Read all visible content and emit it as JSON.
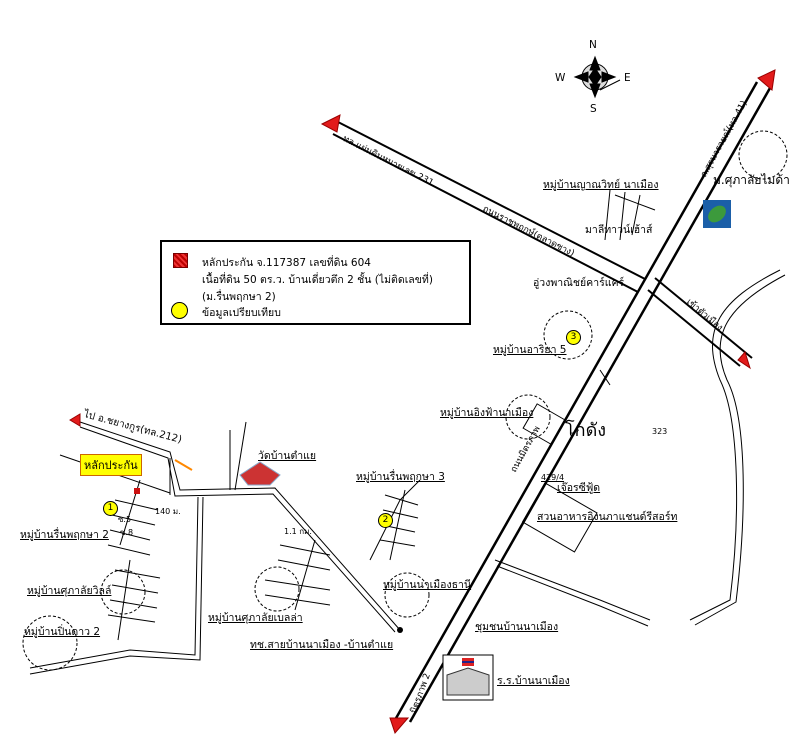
{
  "compass": {
    "n": "N",
    "s": "S",
    "e": "E",
    "w": "W"
  },
  "legend": {
    "collateral_line1": "หลักประกัน จ.117387 เลขที่ดิน 604",
    "collateral_line2": "เนื้อที่ดิน 50 ตร.ว. บ้านเดี่ยวตึก 2 ชั้น (ไม่ติดเลขที่)",
    "collateral_line3": "(ม.รื่นพฤกษา 2)",
    "comparison": "ข้อมูลเปรียบเทียบ",
    "collateral_color": "#cc1111",
    "comparison_color": "#ffff00"
  },
  "callout": "หลักประกัน",
  "roads": {
    "hwy231": "ทล.แผ่นดินหมายเลข 231",
    "ratchapruek": "ถนนราชพฤกษ์(ตลาดซาง)",
    "northeast": "ถ.สุรนารายณ์(ทล.41)",
    "to_city": "เข้าตัวเมือง",
    "main": "ถนนมิตรภาพ",
    "south": "มิตรภาพ 2",
    "west": "ไป อ.ชยางกูร(ทล.212)"
  },
  "places": {
    "yanawit": "หมู่บ้านญาณวิทย์ นาเมือง",
    "malitown": "มาลีทาวน์เฮ้าส์",
    "university": "ม.ศุภาลัยไมด้า",
    "carcare": "อู่วงพาณิชย์คาร์แคร์",
    "ariya": "หมู่บ้านอาริยา 5",
    "ingfah": "หมู่บ้านอิงฟ้านาเมือง",
    "warehouse": "โกดัง",
    "num323": "323",
    "num4294": "429/4",
    "chirchifood": "เจ๊อรซีฟู้ด",
    "restaurant": "สวนอาหารอิงนภาแชนด์รีสอร์ท",
    "temple": "วัดบ้านตำแย",
    "ruen3": "หมู่บ้านรื่นพฤกษา 3",
    "ruen2": "หมู่บ้านรื่นพฤกษา 2",
    "supalaiville": "หมู่บ้านศุภาลัยวิลล์",
    "pintao": "หมู่บ้านปิ่นดาว 2",
    "supalaibella": "หมู่บ้านศุภาลัยเบลล่า",
    "namuangthani": "หมู่บ้านนาเมืองธานี",
    "dist140": "140 ม.",
    "dist11": "1.1 กม.",
    "soi": "ซ.5",
    "soi2": "ซ.8",
    "junction": "ทช.สายบ้านนาเมือง -บ้านตำแย",
    "community": "ชุมชนบ้านนาเมือง",
    "school": "ร.ร.บ้านนาเมือง"
  },
  "markers": [
    "1",
    "2",
    "3"
  ]
}
